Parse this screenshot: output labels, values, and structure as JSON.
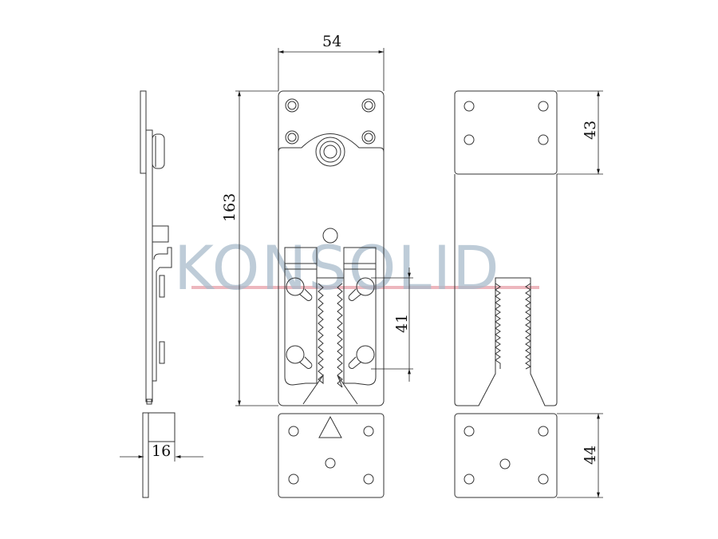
{
  "watermark": {
    "text": "KONSOLID",
    "color": "#a9bccb",
    "accent": "#e8a5ae"
  },
  "dimensions": {
    "width_top": "54",
    "height_total": "163",
    "jaw_slot": "41",
    "top_plate": "43",
    "bottom_plate": "44",
    "thickness": "16"
  }
}
